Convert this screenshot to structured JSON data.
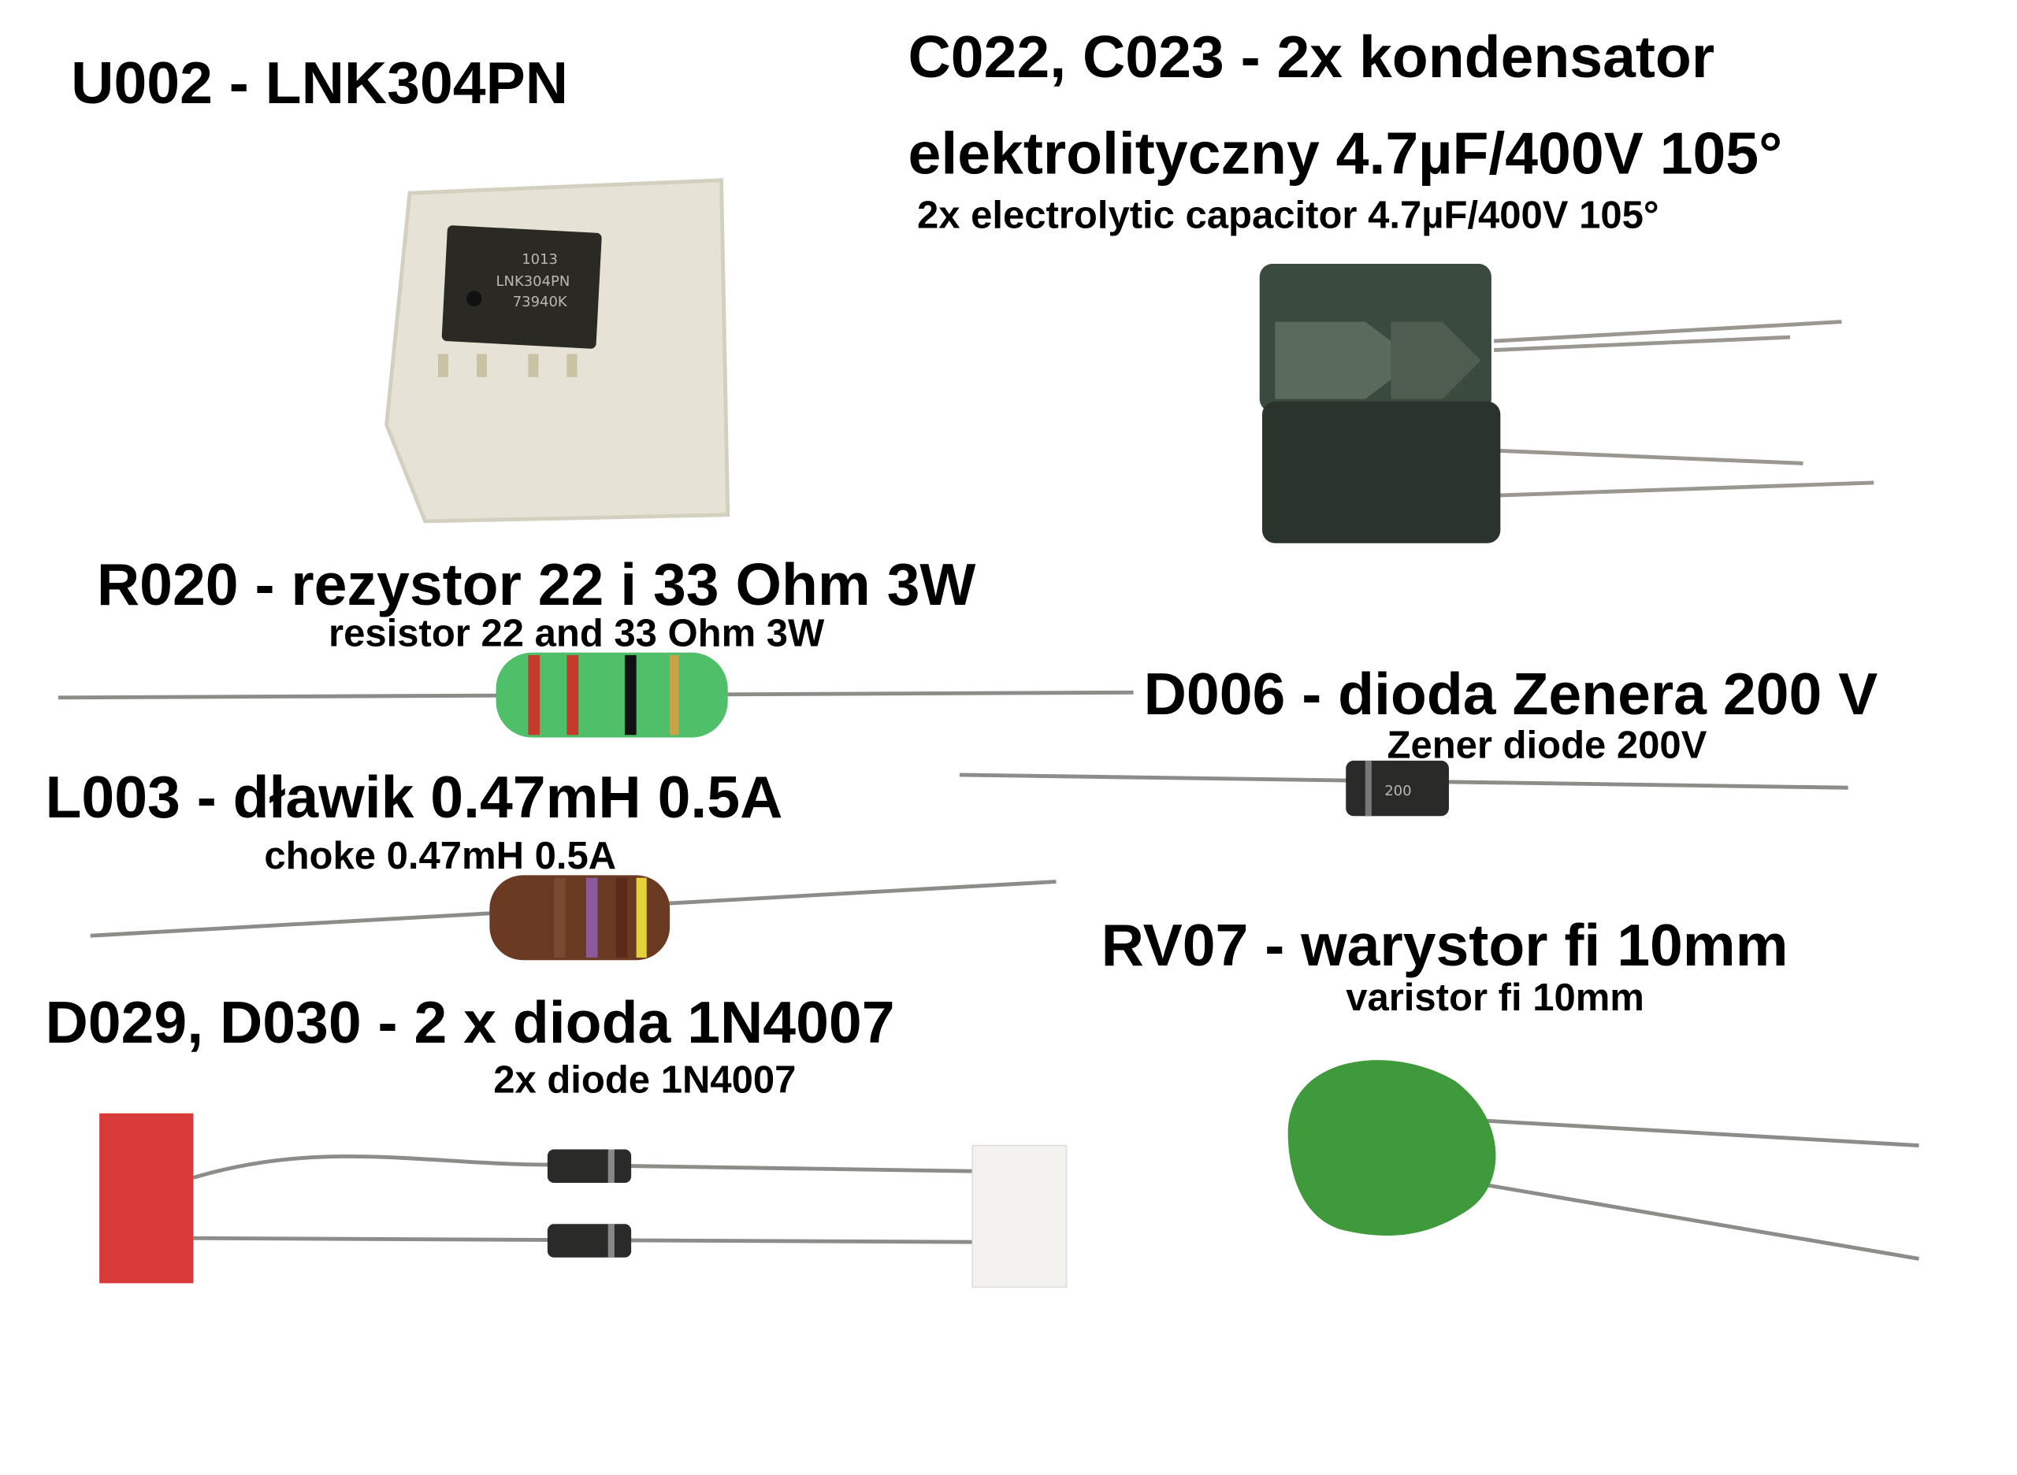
{
  "labels": {
    "u002": {
      "title": "U002 - LNK304PN"
    },
    "c022": {
      "title_line1": "C022, C023 - 2x kondensator",
      "title_line2": "elektrolityczny 4.7µF/400V 105°",
      "subtitle": "2x electrolytic capacitor 4.7µF/400V  105°"
    },
    "r020": {
      "title": "R020 - rezystor 22 i 33 Ohm 3W",
      "subtitle": "resistor 22 and 33 Ohm 3W"
    },
    "d006": {
      "title": "D006 - dioda Zenera 200 V",
      "subtitle": "Zener diode 200V"
    },
    "l003": {
      "title": "L003 - dławik 0.47mH 0.5A",
      "subtitle": "choke 0.47mH 0.5A"
    },
    "rv07": {
      "title": "RV07 - warystor fi 10mm",
      "subtitle": "varistor fi 10mm"
    },
    "d029": {
      "title": "D029, D030 - 2 x dioda 1N4007",
      "subtitle": "2x diode 1N4007"
    }
  },
  "chip_markings": {
    "line1": "1013",
    "line2": "LNK304PN",
    "line3": "73940K"
  },
  "zener_marking": "200",
  "colors": {
    "resistor_body": "#4fbf6a",
    "choke_body": "#6b3a22",
    "varistor_body": "#3f9a3c",
    "tape_red": "#d83a3a"
  }
}
